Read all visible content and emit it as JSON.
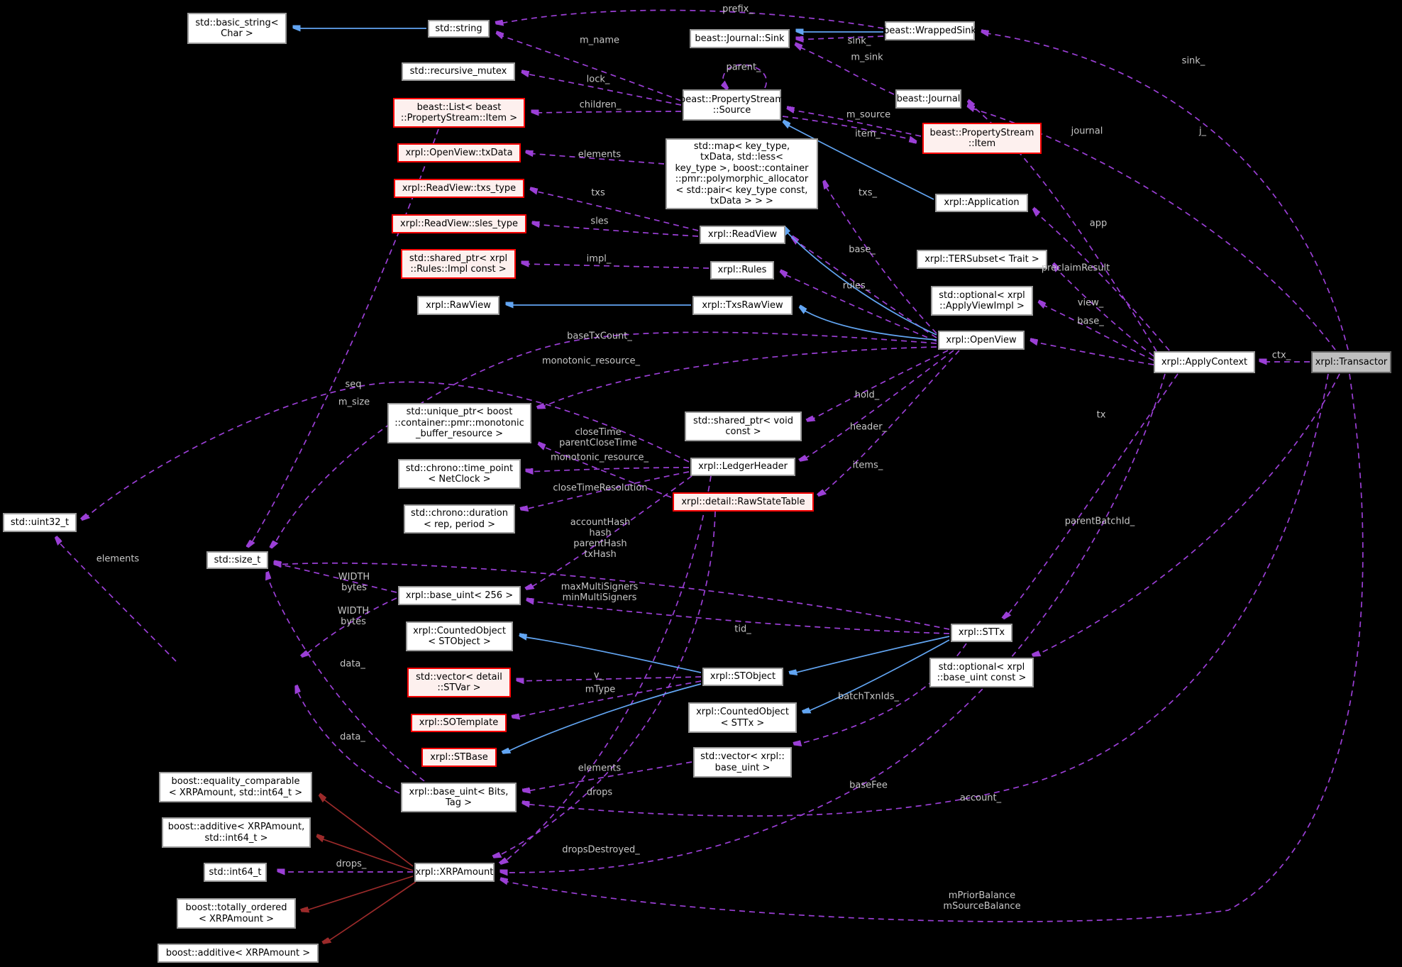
{
  "colors": {
    "background": "#000000",
    "usage_edge": "#9b3fd6",
    "public_inheritance_edge": "#62a5f2",
    "private_inheritance_edge": "#9b2a2a",
    "node_fill": "#ffffff",
    "node_border": "#9a9a9a",
    "template_node_border": "#fe0000",
    "template_node_fill": "#fdf0ee",
    "main_node_fill": "#bfbfbf",
    "edge_label_color": "#c6c6c6"
  },
  "nodes": {
    "basic_string": "std::basic_string<\nChar >",
    "string": "std::string",
    "recursive_mutex": "std::recursive_mutex",
    "beast_list": "beast::List< beast\n::PropertyStream::Item >",
    "openview_txdata": "xrpl::OpenView::txData",
    "readview_txs_type": "xrpl::ReadView::txs_type",
    "readview_sles_type": "xrpl::ReadView::sles_type",
    "shared_ptr_rules_impl": "std::shared_ptr< xrpl\n::Rules::Impl const >",
    "rawview": "xrpl::RawView",
    "journal_sink": "beast::Journal::Sink",
    "property_stream_source": "beast::PropertyStream\n::Source",
    "std_map_txdata": "std::map< key_type,\ntxData, std::less<\nkey_type >, boost::container\n::pmr::polymorphic_allocator\n< std::pair< key_type const,\ntxData > > >",
    "readview": "xrpl::ReadView",
    "rules": "xrpl::Rules",
    "txsrawview": "xrpl::TxsRawView",
    "wrappedsink": "beast::WrappedSink",
    "journal": "beast::Journal",
    "property_stream_item": "beast::PropertyStream\n::Item",
    "application": "xrpl::Application",
    "tersubset": "xrpl::TERSubset< Trait >",
    "optional_applyviewimpl": "std::optional< xrpl\n::ApplyViewImpl >",
    "openview": "xrpl::OpenView",
    "applycontext": "xrpl::ApplyContext",
    "transactor": "xrpl::Transactor",
    "uint32": "std::uint32_t",
    "size_t": "std::size_t",
    "unique_ptr_monotonic": "std::unique_ptr< boost\n::container::pmr::monotonic\n_buffer_resource >",
    "time_point": "std::chrono::time_point\n< NetClock >",
    "duration": "std::chrono::duration\n< rep, period >",
    "shared_ptr_void": "std::shared_ptr< void\nconst >",
    "ledger_header": "xrpl::LedgerHeader",
    "raw_state_table": "xrpl::detail::RawStateTable",
    "base_uint_256": "xrpl::base_uint< 256 >",
    "counted_stobject": "xrpl::CountedObject\n< STObject >",
    "vector_stvar": "std::vector< detail\n::STVar >",
    "sotemplate": "xrpl::SOTemplate",
    "stbase": "xrpl::STBase",
    "base_uint_bits": "xrpl::base_uint< Bits,\nTag >",
    "stobject": "xrpl::STObject",
    "sttx": "xrpl::STTx",
    "optional_base_uint": "std::optional< xrpl\n::base_uint const >",
    "counted_sttx": "xrpl::CountedObject\n< STTx >",
    "vector_base_uint": "std::vector< xrpl::\nbase_uint >",
    "eq_comparable": "boost::equality_comparable\n< XRPAmount, std::int64_t >",
    "additive_int64": "boost::additive< XRPAmount,\nstd::int64_t >",
    "int64": "std::int64_t",
    "totally_ordered": "boost::totally_ordered\n< XRPAmount >",
    "additive_xrp": "boost::additive< XRPAmount >",
    "xrpamount": "xrpl::XRPAmount"
  },
  "labels": {
    "prefix": "prefix_",
    "m_name": "m_name",
    "sink1": "sink_",
    "m_sink": "m_sink",
    "sink2": "sink_",
    "lock": "lock_",
    "parent": "parent_",
    "children": "children_",
    "m_source": "m_source",
    "item": "item_",
    "journal": "journal",
    "j": "j_",
    "elements_map": "elements",
    "txs": "txs",
    "sles": "sles",
    "impl": "impl_",
    "txs2": "txs_",
    "base1": "base_",
    "rules": "rules_",
    "app": "app",
    "preclaim": "preclaimResult",
    "view": "view_",
    "base2": "base_",
    "ctx": "ctx_",
    "base_tx_count": "baseTxCount_",
    "monotonic1": "monotonic_resource_",
    "hold": "hold_",
    "header": "header_",
    "items": "items_",
    "m_size": "m_size",
    "seq": "seq",
    "close_time": "closeTime\nparentCloseTime",
    "monotonic2": "monotonic_resource_",
    "close_time_res": "closeTimeResolution",
    "hashes": "accountHash\nhash\nparentHash\ntxHash",
    "drops": "drops",
    "drops_destroyed": "dropsDestroyed_",
    "elements_arr": "elements",
    "data1": "data_",
    "data2": "data_",
    "width1": "WIDTH\nbytes",
    "width2": "WIDTH\nbytes",
    "max_multi": "maxMultiSigners\nminMultiSigners",
    "tid": "tid_",
    "v": "v_",
    "mtype": "mType",
    "elements_vec": "elements",
    "batch": "batchTxnIds_",
    "parent_batch": "parentBatchId_",
    "tx": "tx",
    "base_fee": "baseFee",
    "account": "account_",
    "m_prior": "mPriorBalance\nmSourceBalance",
    "drops_": "drops_"
  }
}
